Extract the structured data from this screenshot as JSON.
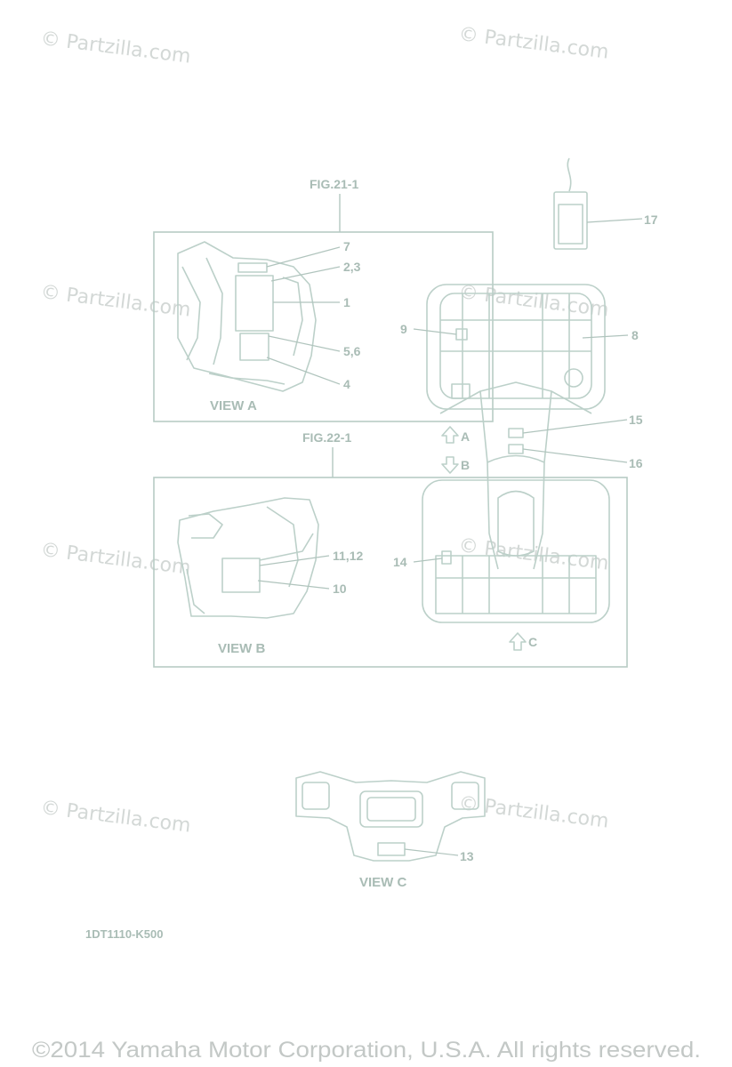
{
  "watermark": "© Partzilla.com",
  "figures": {
    "fig_a": "FIG.21-1",
    "fig_b": "FIG.22-1"
  },
  "views": {
    "a": "VIEW A",
    "b": "VIEW B",
    "c": "VIEW C"
  },
  "arrows": {
    "a": "A",
    "b": "B",
    "c": "C"
  },
  "callouts": {
    "c1": "1",
    "c23": "2,3",
    "c4": "4",
    "c56": "5,6",
    "c7": "7",
    "c8": "8",
    "c9": "9",
    "c10": "10",
    "c1112": "11,12",
    "c13": "13",
    "c14": "14",
    "c15": "15",
    "c16": "16",
    "c17": "17"
  },
  "diagram_code": "1DT1110-K500",
  "copyright": "©2014 Yamaha Motor Corporation, U.S.A. All rights reserved."
}
